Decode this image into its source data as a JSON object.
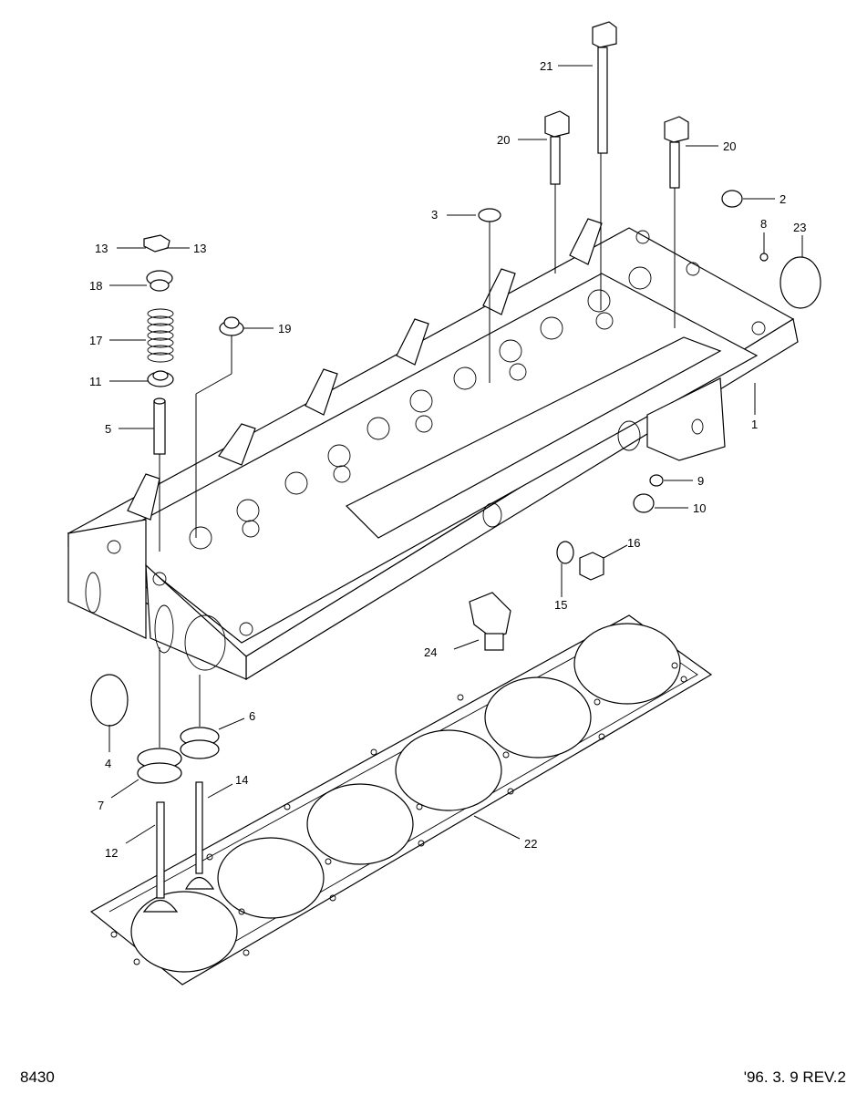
{
  "figure": {
    "number": "8430",
    "revision": "'96. 3. 9 REV.2"
  },
  "callouts": {
    "c1": "1",
    "c2": "2",
    "c3": "3",
    "c4": "4",
    "c5": "5",
    "c6": "6",
    "c7": "7",
    "c8": "8",
    "c9": "9",
    "c10": "10",
    "c11": "11",
    "c12": "12",
    "c13a": "13",
    "c13b": "13",
    "c14": "14",
    "c15": "15",
    "c16": "16",
    "c17": "17",
    "c18": "18",
    "c19": "19",
    "c20a": "20",
    "c20b": "20",
    "c21": "21",
    "c22": "22",
    "c23": "23",
    "c24": "24"
  }
}
